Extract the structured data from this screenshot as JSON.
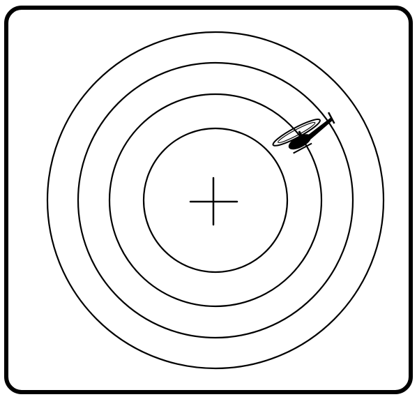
{
  "colors": {
    "background": "#ffffff",
    "ink": "#000000"
  },
  "frame": {
    "shape": "rounded-square",
    "icon": "display-frame"
  },
  "rings": {
    "count": 4
  },
  "center_marker": {
    "icon": "crosshair-icon"
  },
  "aircraft": {
    "icon": "helicopter-icon"
  }
}
